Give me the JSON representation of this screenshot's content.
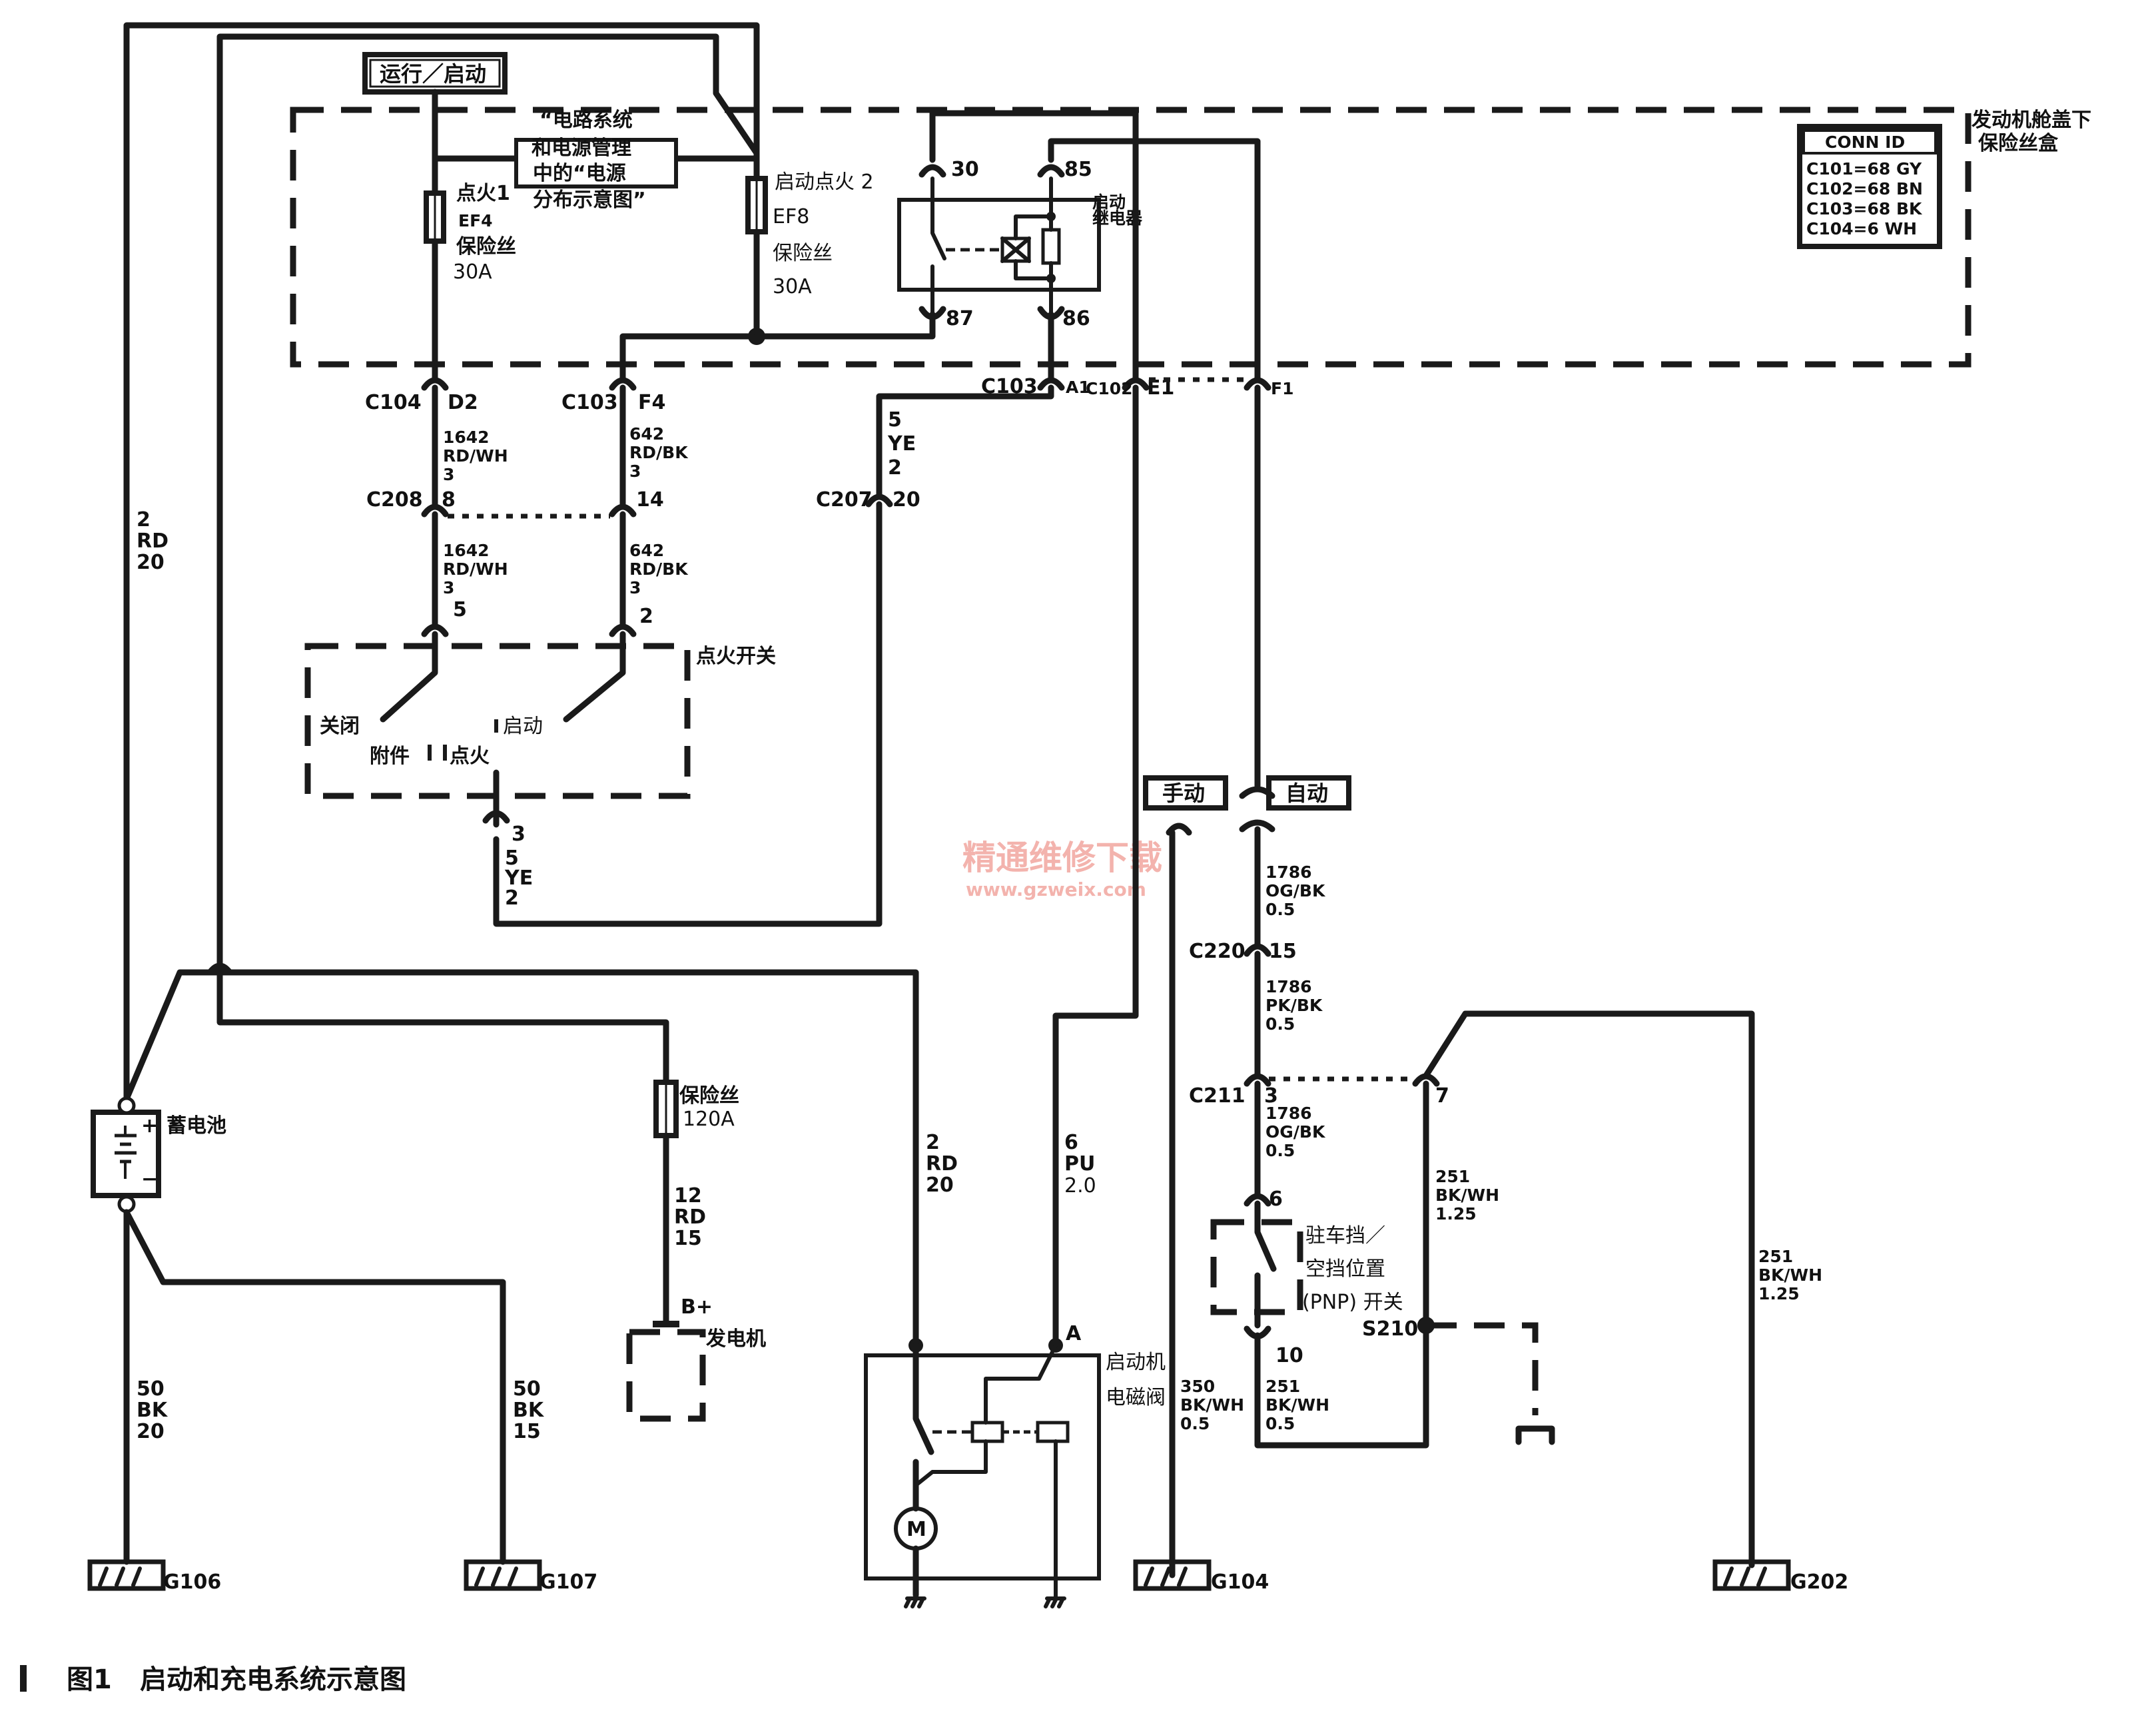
{
  "caption": {
    "number": "图1",
    "title": "启动和充电系统示意图"
  },
  "watermark": {
    "text": "精通维修下载",
    "url": "www.gzweix.com"
  },
  "underhood_box": {
    "label_line1": "发动机舱盖下",
    "label_line2": "保险丝盒"
  },
  "conn_id": {
    "title": "CONN ID",
    "rows": [
      "C101=68 GY",
      "C102=68 BN",
      "C103=68 BK",
      "C104=6 WH"
    ]
  },
  "run_start_label": "运行／启动",
  "reference_note": {
    "line1": "“电路系统",
    "line2": "和电源管理",
    "line3": "中的“电源",
    "line4": "分布示意图”"
  },
  "fuse_ef4": {
    "name": "点火1",
    "id": "EF4",
    "type": "保险丝",
    "rating": "30A"
  },
  "fuse_ef8": {
    "name": "启动点火 2",
    "id": "EF8",
    "type": "保险丝",
    "rating": "30A"
  },
  "relay": {
    "name_line1": "启动",
    "name_line2": "继电器",
    "pin30": "30",
    "pin85": "85",
    "pin87": "87",
    "pin86": "86"
  },
  "connectors": {
    "c104": "C104",
    "c104_pin": "D2",
    "c103": "C103",
    "c103_pin": "F4",
    "c103_a1": "C103",
    "c103_a1_pin": "A1",
    "c102": "C102",
    "c102_pin": "E1",
    "f1_pin": "F1",
    "c208": "C208",
    "c208_pin8": "8",
    "c208_pin14": "14",
    "c207": "C207",
    "c207_pin": "20",
    "c220": "C220",
    "c220_pin": "15",
    "c211": "C211",
    "c211_pin3": "3",
    "c211_pin7": "7"
  },
  "wires": {
    "w1642a": [
      "1642",
      "RD/WH",
      "3"
    ],
    "w642a": [
      "642",
      "RD/BK",
      "3"
    ],
    "w1642b": [
      "1642",
      "RD/WH",
      "3"
    ],
    "w642b": [
      "642",
      "RD/BK",
      "3"
    ],
    "w5ye_a": [
      "5",
      "YE",
      "2"
    ],
    "w2rd_main": [
      "2",
      "RD",
      "20"
    ],
    "w5ye_b": [
      "5",
      "YE",
      "2"
    ],
    "w1786a": [
      "1786",
      "OG/BK",
      "0.5"
    ],
    "w1786b": [
      "1786",
      "PK/BK",
      "0.5"
    ],
    "w1786c": [
      "1786",
      "OG/BK",
      "0.5"
    ],
    "w251a": [
      "251",
      "BK/WH",
      "1.25"
    ],
    "w251b": [
      "251",
      "BK/WH",
      "1.25"
    ],
    "w251c": [
      "251",
      "BK/WH",
      "0.5"
    ],
    "w350": [
      "350",
      "BK/WH",
      "0.5"
    ],
    "w12rd": [
      "12",
      "RD",
      "15"
    ],
    "w2rd_b": [
      "2",
      "RD",
      "20"
    ],
    "w6pu": [
      "6",
      "PU",
      "2.0"
    ],
    "w50a": [
      "50",
      "BK",
      "20"
    ],
    "w50b": [
      "50",
      "BK",
      "15"
    ]
  },
  "ignition_switch": {
    "title": "点火开关",
    "off": "关闭",
    "acc": "附件",
    "run": "点火",
    "start": "启动",
    "pin5": "5",
    "pin2": "2",
    "pin3": "3"
  },
  "mode": {
    "manual": "手动",
    "auto": "自动"
  },
  "pnp_switch": {
    "line1": "驻车挡／",
    "line2": "空挡位置",
    "line3": "(PNP) 开关",
    "id": "S210",
    "pin6": "6",
    "pin10": "10"
  },
  "battery": {
    "label": "蓄电池",
    "plus": "+",
    "minus": "−"
  },
  "fuse_120a": {
    "type": "保险丝",
    "rating": "120A"
  },
  "generator": {
    "label": "发电机",
    "terminal": "B+"
  },
  "starter": {
    "line1": "启动机",
    "line2": "电磁阀",
    "terminal": "A",
    "motor": "M"
  },
  "grounds": {
    "g106": "G106",
    "g107": "G107",
    "g104": "G104",
    "g202": "G202"
  }
}
